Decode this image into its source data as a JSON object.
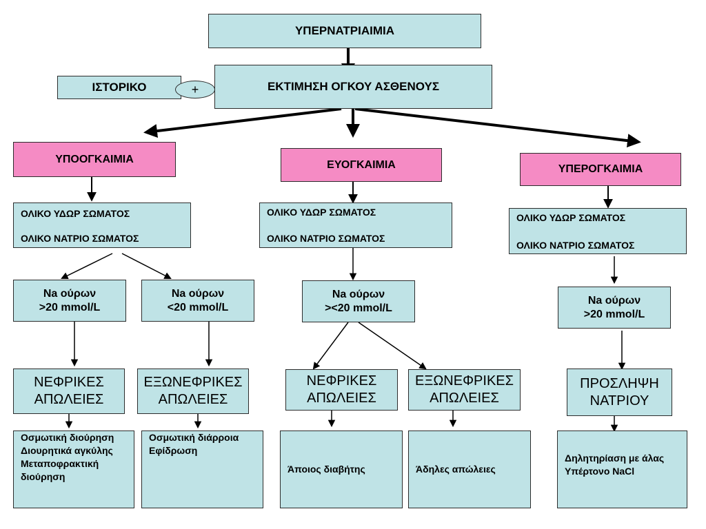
{
  "title": "ΥΠΕΡΝΑΤΡΙΑΙΜΙΑ",
  "assessment": "ΕΚΤΙΜΗΣΗ ΟΓΚΟΥ ΑΣΘΕΝΟΥΣ",
  "history": "ΙΣΤΟΡΙΚΟ",
  "plus": "+",
  "branches": {
    "hypo": {
      "label": "ΥΠΟΟΓΚΑΙΜΙΑ",
      "water": "ΟΛΙΚΟ ΥΔΩΡ ΣΩΜΑΤΟΣ",
      "sodium": "ΟΛΙΚΟ ΝΑΤΡΙΟ ΣΩΜΑΤΟΣ",
      "urine_high": [
        "Na ούρων",
        ">20 mmol/L"
      ],
      "urine_low": [
        "Na ούρων",
        "<20 mmol/L"
      ],
      "renal": [
        "ΝΕΦΡΙΚΕΣ",
        "ΑΠΩΛΕΙΕΣ"
      ],
      "extrarenal": [
        "ΕΞΩΝΕΦΡΙΚΕΣ",
        "ΑΠΩΛΕΙΕΣ"
      ],
      "renal_causes": [
        "Οσμωτική διούρηση",
        "Διουρητικά αγκύλης",
        "Μεταποφρακτική",
        "διούρηση"
      ],
      "extrarenal_causes": [
        "Οσμωτική διάρροια",
        "Εφίδρωση"
      ]
    },
    "eu": {
      "label": "ΕΥΟΓΚΑΙΜΙΑ",
      "water": "ΟΛΙΚΟ ΥΔΩΡ ΣΩΜΑΤΟΣ",
      "sodium": "ΟΛΙΚΟ ΝΑΤΡΙΟ ΣΩΜΑΤΟΣ",
      "urine": [
        "Na ούρων",
        "><20 mmol/L"
      ],
      "renal": [
        "ΝΕΦΡΙΚΕΣ",
        "ΑΠΩΛΕΙΕΣ"
      ],
      "extrarenal": [
        "ΕΞΩΝΕΦΡΙΚΕΣ",
        "ΑΠΩΛΕΙΕΣ"
      ],
      "renal_causes": "Άποιος διαβήτης",
      "extrarenal_causes": "Άδηλες απώλειες"
    },
    "hyper": {
      "label": "ΥΠΕΡΟΓΚΑΙΜΙΑ",
      "water": "ΟΛΙΚΟ ΥΔΩΡ ΣΩΜΑΤΟΣ",
      "sodium": "ΟΛΙΚΟ ΝΑΤΡΙΟ ΣΩΜΑΤΟΣ",
      "urine": [
        "Na ούρων",
        ">20 mmol/L"
      ],
      "intake": [
        "ΠΡΟΣΛΗΨΗ",
        "ΝΑΤΡΙΟΥ"
      ],
      "causes": [
        "Δηλητηρίαση με άλας",
        "Υπέρτονο NaCl"
      ]
    }
  },
  "colors": {
    "box": "#bfe3e6",
    "category": "#f58bc4",
    "border": "#2b2b2b"
  }
}
